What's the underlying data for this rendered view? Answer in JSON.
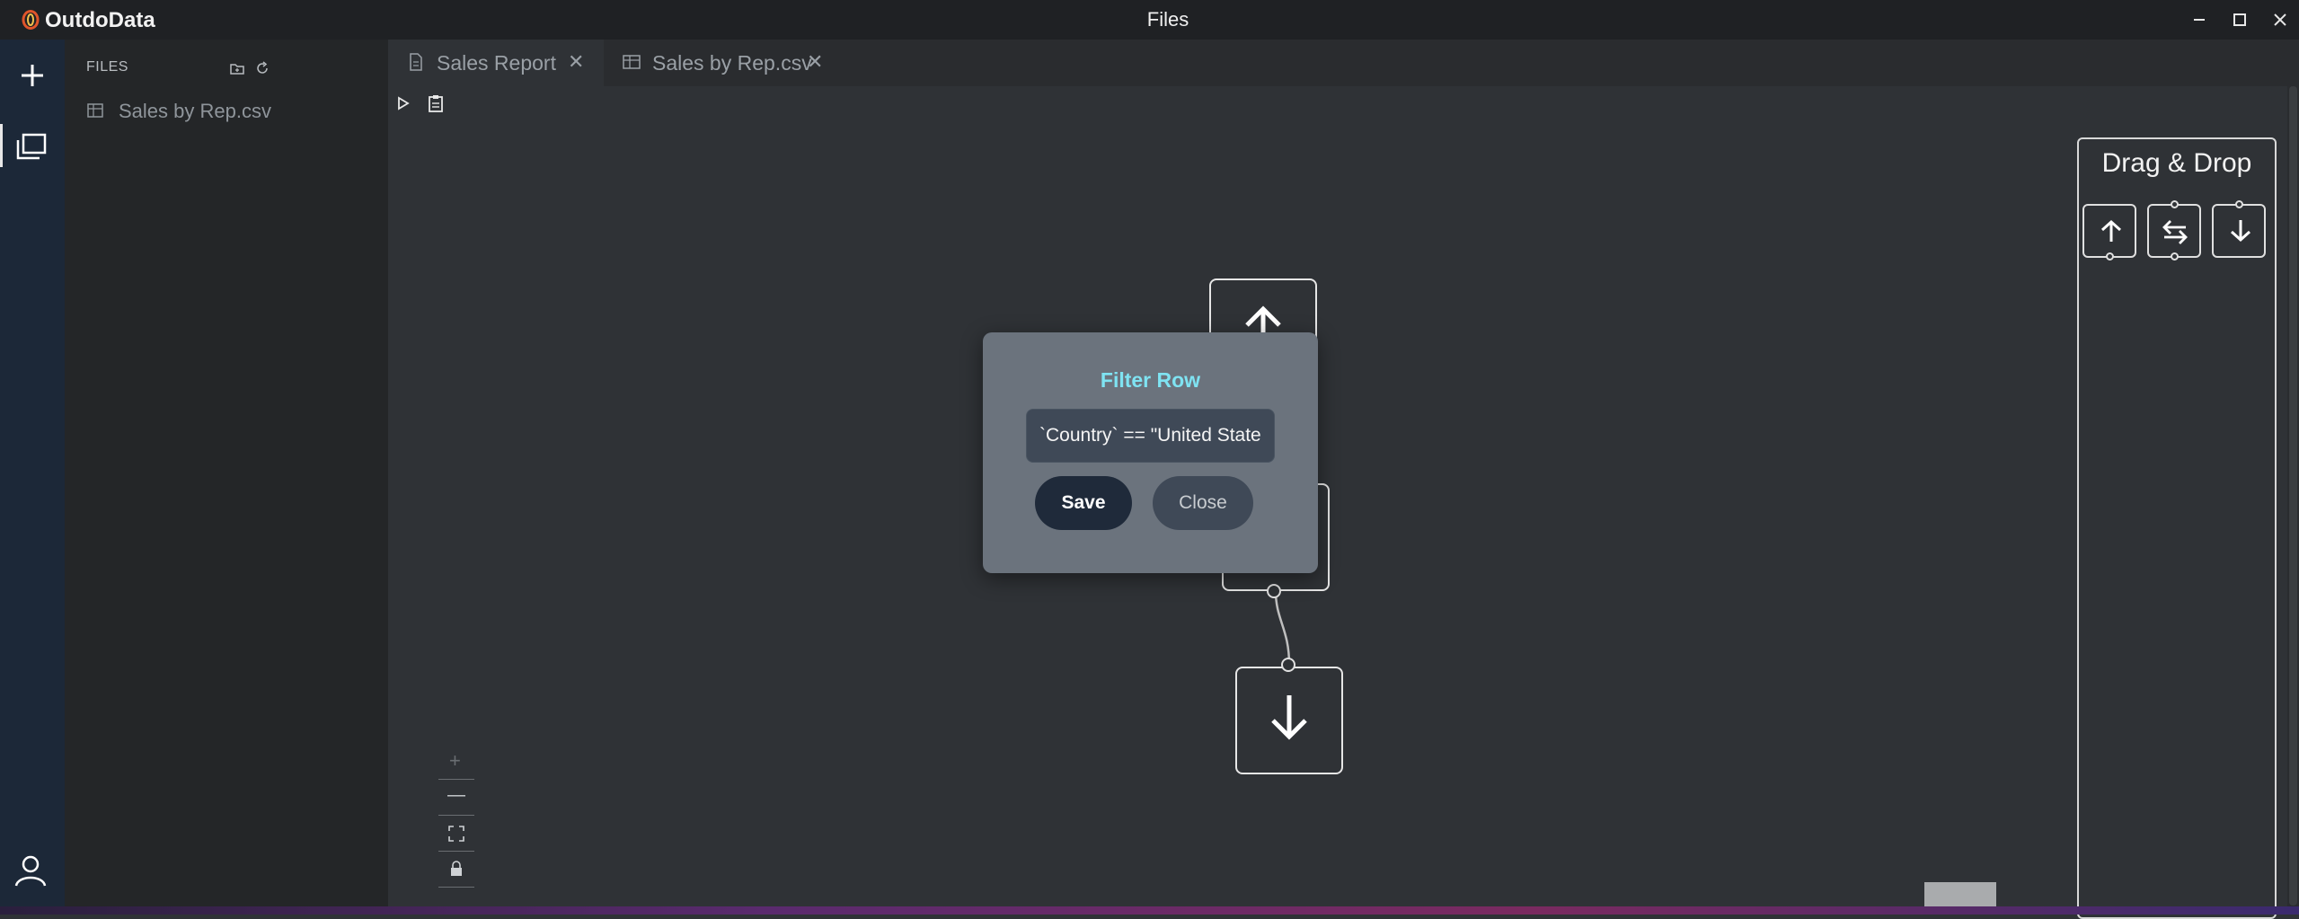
{
  "app": {
    "name": "OutdoData",
    "window_title": "Files"
  },
  "sidebar": {
    "header": "FILES",
    "files": [
      {
        "label": "Sales by Rep.csv",
        "icon": "table-icon"
      }
    ]
  },
  "tabs": [
    {
      "label": "Sales Report",
      "icon": "document-icon",
      "close": "✕"
    },
    {
      "label": "Sales by Rep.csv",
      "icon": "table-icon",
      "close": "✕"
    }
  ],
  "drag_drop": {
    "title": "Drag & Drop"
  },
  "modal": {
    "title": "Filter Row",
    "input_value": "`Country` == \"United States\"",
    "save_label": "Save",
    "close_label": "Close"
  },
  "zoom_controls": {
    "plus": "+",
    "minus": "—"
  },
  "colors": {
    "accent_title": "#7fe3f2",
    "activity_bar": "#1c2838",
    "canvas_bg": "#2f3236"
  }
}
